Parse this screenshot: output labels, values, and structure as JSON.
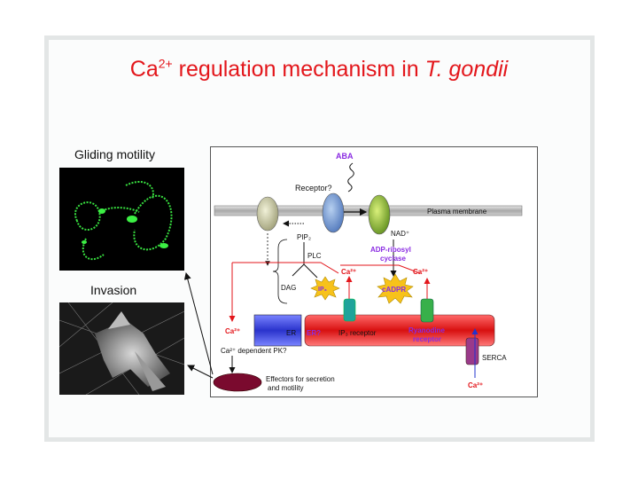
{
  "slide": {
    "title_prefix": "Ca",
    "title_sup": "2+",
    "title_middle": " regulation mechanism in ",
    "title_species": "T. gondii",
    "title_color": "#e3161b"
  },
  "left_panel": {
    "gliding_label": "Gliding motility",
    "invasion_label": "Invasion"
  },
  "diagram": {
    "aba": "ABA",
    "receptor_q": "Receptor?",
    "plasma_membrane": "Plasma membrane",
    "nad": "NAD⁺",
    "adp_ribosyl": "ADP-ribosyl",
    "cyclase": "cyclase",
    "pip2": "PIP₂",
    "plc": "PLC",
    "dag": "DAG",
    "ip3": "IP₃",
    "cadpr": "cADPR",
    "ca": "Ca²⁺",
    "er": "ER",
    "er_q": "ER?",
    "ip3_receptor": "IP₃ receptor",
    "ryanodine": "Ryanodine",
    "receptor": "receptor",
    "serca": "SERCA",
    "ca_pk": "Ca²⁺ dependent PK?",
    "effectors_1": "Effectors for secretion",
    "effectors_2": "and motility"
  },
  "colors": {
    "red": "#e3161b",
    "purple": "#8a2be2",
    "er_blue": "#3a3fd6",
    "effector": "#7a0a2e"
  }
}
